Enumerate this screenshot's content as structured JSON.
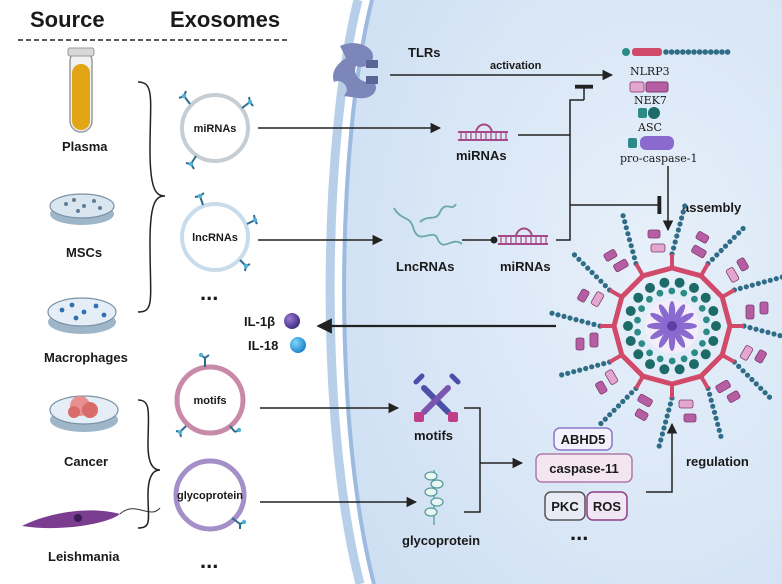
{
  "headers": {
    "source": "Source",
    "exosomes": "Exosomes"
  },
  "sources": [
    "Plasma",
    "MSCs",
    "Macrophages",
    "Cancer",
    "Leishmania"
  ],
  "exosomes": {
    "mirnas": "miRNAs",
    "lncrnas": "lncRNAs",
    "motifs": "motifs",
    "glycoprotein": "glycoprotein",
    "ellipsis": "..."
  },
  "cell": {
    "tlrs": "TLRs",
    "activation": "activation",
    "mirnas": "miRNAs",
    "lncrnas": "LncRNAs",
    "mirnas2": "miRNAs",
    "motifs": "motifs",
    "glycoprotein": "glycoprotein",
    "assembly": "assembly",
    "regulation": "regulation",
    "cytokines": [
      "IL-1β",
      "IL-18"
    ]
  },
  "inflammasome_components": [
    "NLRP3",
    "NEK7",
    "ASC",
    "pro-caspase-1"
  ],
  "regulators": [
    "ABHD5",
    "caspase-11",
    "PKC",
    "ROS",
    "..."
  ],
  "colors": {
    "cell_bg": "#dbe8f6",
    "membrane": "#aac6e6",
    "nlrp3": "#d14a6a",
    "ledger": "#2f6d86",
    "nek7": "#b65ea3",
    "asc": "#2c8b86",
    "pro_caspase": "#8b6ad0",
    "arrow": "#222222"
  }
}
